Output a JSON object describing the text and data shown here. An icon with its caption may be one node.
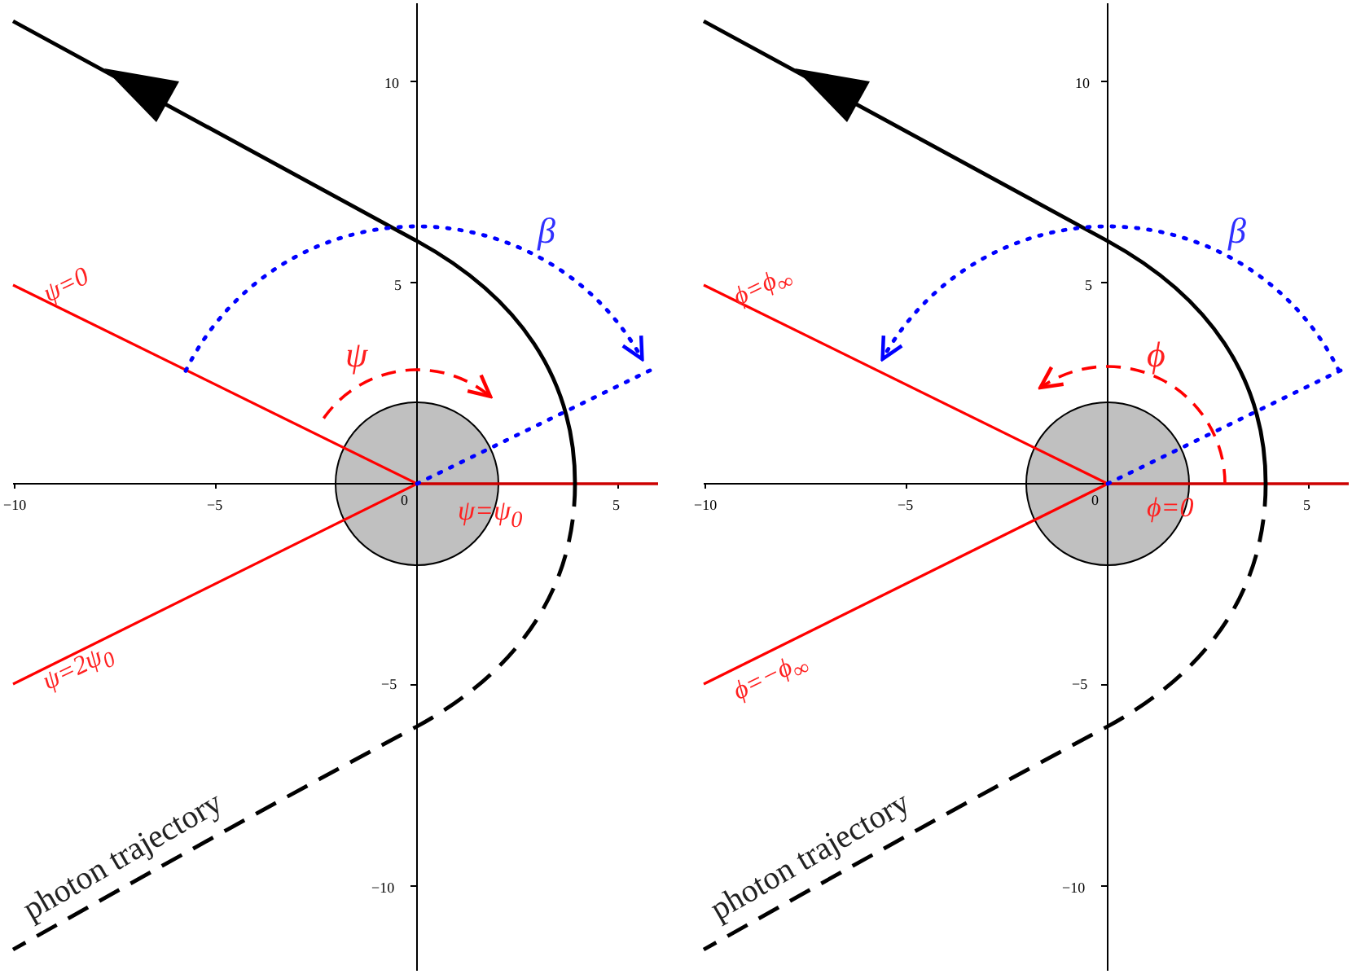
{
  "diagram": {
    "labels": [
      "10",
      "β",
      "ψ=0",
      "5",
      "ψ",
      "−10",
      "−5",
      "0",
      "ψ=ψ$_{0}$",
      "5",
      "ψ=2ψ$_{0}$",
      "−5",
      "photon trajectory",
      "−10",
      "10",
      "β",
      "ϕ=ϕ$_{∞}$",
      "5",
      "ϕ",
      "−10",
      "−5",
      "0",
      "ϕ=0",
      "5",
      "ϕ=−ϕ$_{∞}$",
      "−5",
      "photon trajectory",
      "−10"
    ]
  }
}
